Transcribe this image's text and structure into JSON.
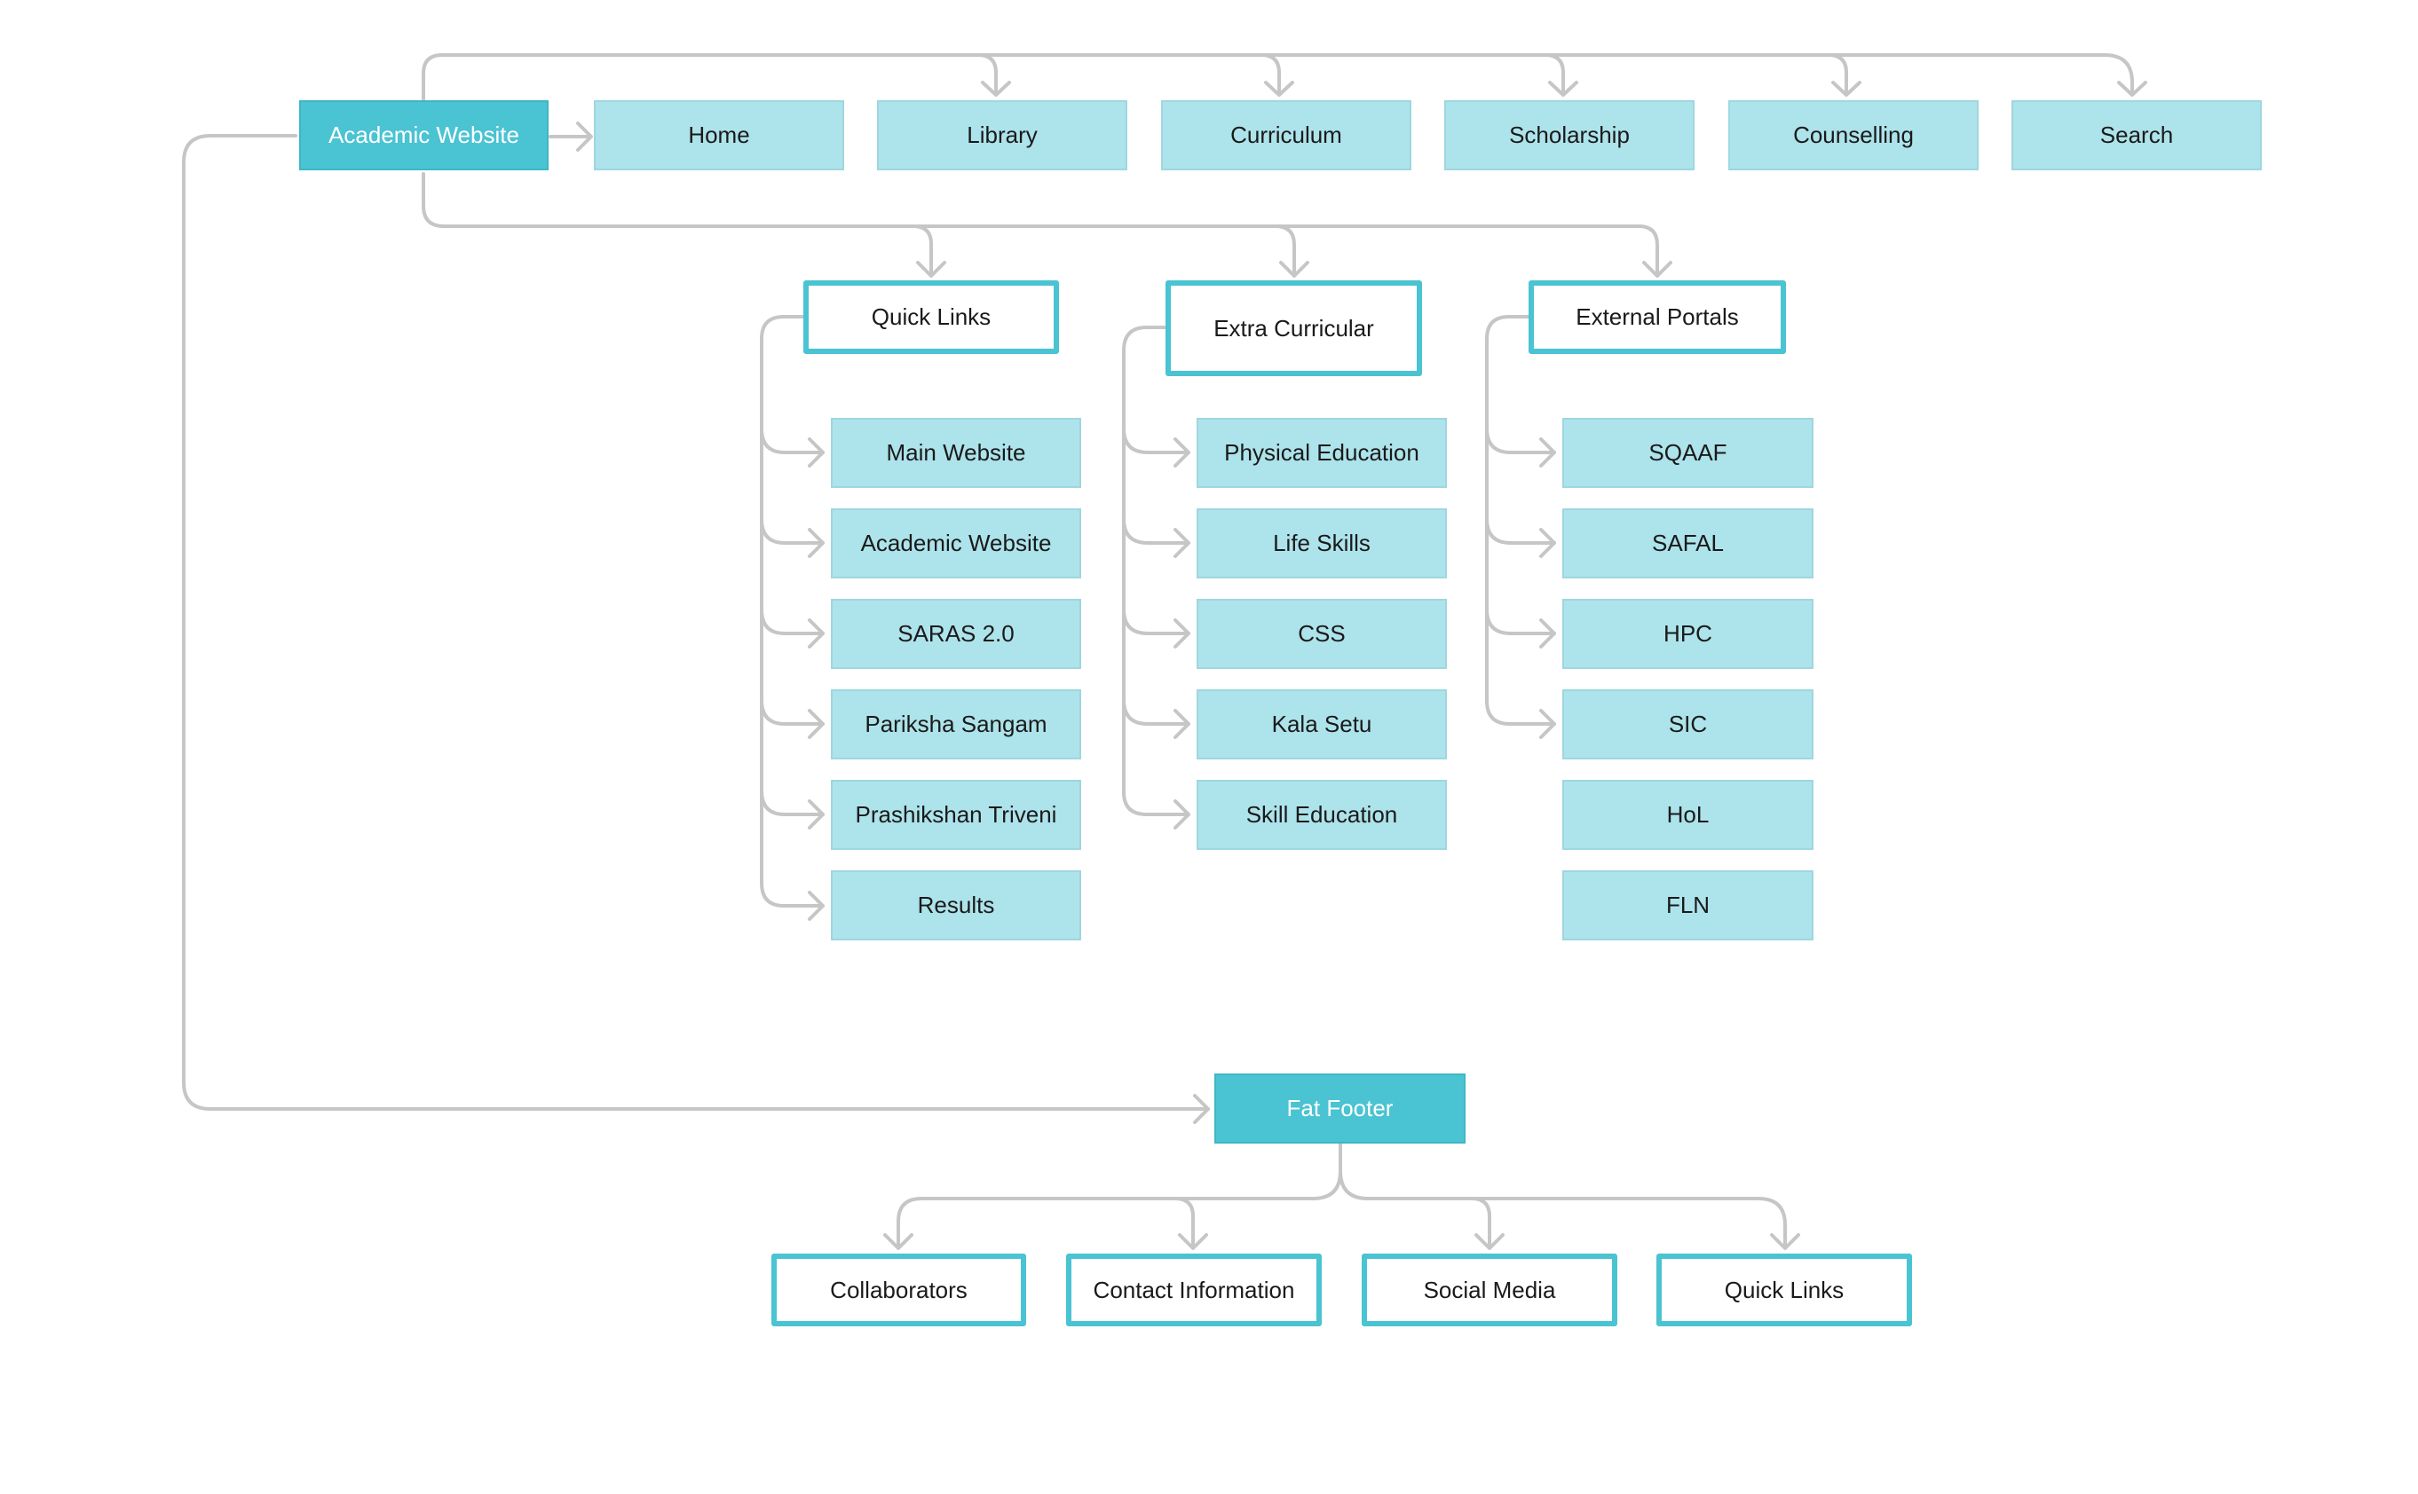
{
  "colors": {
    "primary": "#4ac3d2",
    "light": "#ade3eb",
    "connector": "#c6c6c6"
  },
  "root": {
    "label": "Academic Website"
  },
  "top_nav": [
    "Home",
    "Library",
    "Curriculum",
    "Scholarship",
    "Counselling",
    "Search"
  ],
  "sections": [
    {
      "label": "Quick Links",
      "items": [
        "Main Website",
        "Academic Website",
        "SARAS 2.0",
        "Pariksha Sangam",
        "Prashikshan Triveni",
        "Results"
      ]
    },
    {
      "label": "Extra Curricular",
      "items": [
        "Physical Education",
        "Life Skills",
        "CSS",
        "Kala Setu",
        "Skill Education"
      ]
    },
    {
      "label": "External Portals",
      "items": [
        "SQAAF",
        "SAFAL",
        "HPC",
        "SIC",
        "HoL",
        "FLN"
      ]
    }
  ],
  "footer": {
    "label": "Fat Footer",
    "items": [
      "Collaborators",
      "Contact Information",
      "Social Media",
      "Quick Links"
    ]
  }
}
